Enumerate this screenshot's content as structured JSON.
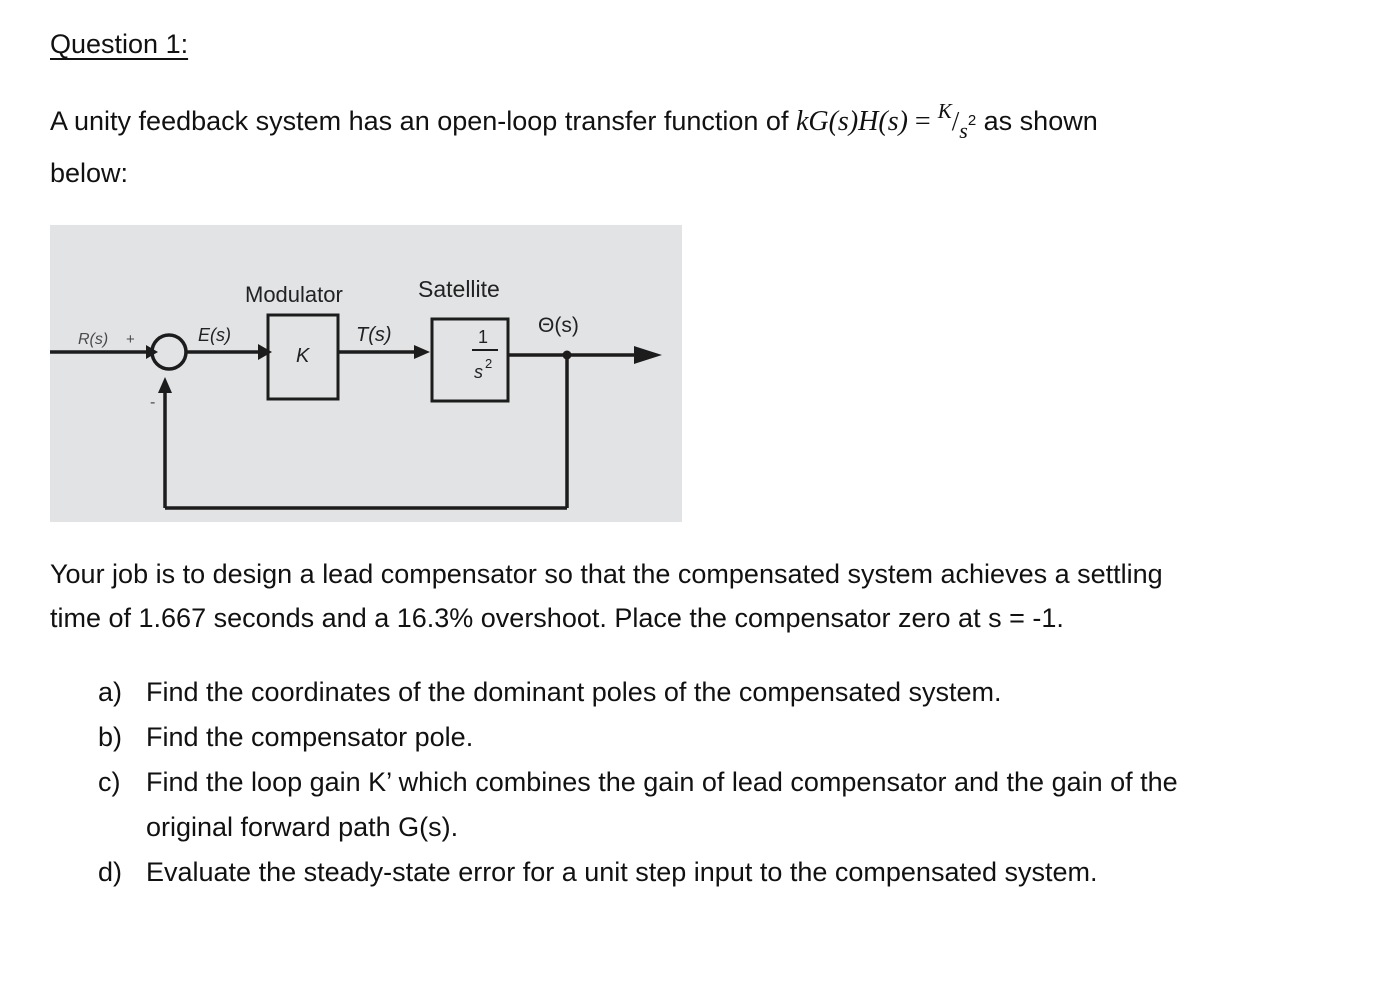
{
  "heading": "Question 1:",
  "intro": {
    "text_before": "A unity feedback system has an open-loop transfer function of ",
    "math_expr": "kG(s)H(s)",
    "equals": " = ",
    "frac_num": "K",
    "frac_slash": "/",
    "frac_den": "s",
    "frac_den_exp": "2",
    "text_after": " as shown",
    "line2": "below:"
  },
  "diagram": {
    "block1_title": "Modulator",
    "block2_title": "Satellite",
    "input_label": "R(s)",
    "plus_sign": "+",
    "minus_sign": "-",
    "error_label": "E(s)",
    "block1_gain": "K",
    "intermediate_label": "T(s)",
    "block2_num": "1",
    "block2_den": "s",
    "block2_den_exp": "2",
    "output_label": "Θ(s)"
  },
  "task": {
    "line1": "Your job is to design a lead compensator so that the compensated system achieves a settling",
    "line2": "time of 1.667 seconds and a 16.3% overshoot. Place the compensator zero at s = -1."
  },
  "parts": [
    {
      "marker": "a)",
      "text": "Find the coordinates of the dominant poles of the compensated system."
    },
    {
      "marker": "b)",
      "text": "Find the compensator pole."
    },
    {
      "marker": "c)",
      "text": "Find the loop gain K’ which combines the gain of lead compensator and the gain of the"
    },
    {
      "marker": "",
      "text": "original forward path G(s)."
    },
    {
      "marker": "d)",
      "text": "Evaluate the steady-state error for a unit step input to the compensated system."
    }
  ]
}
